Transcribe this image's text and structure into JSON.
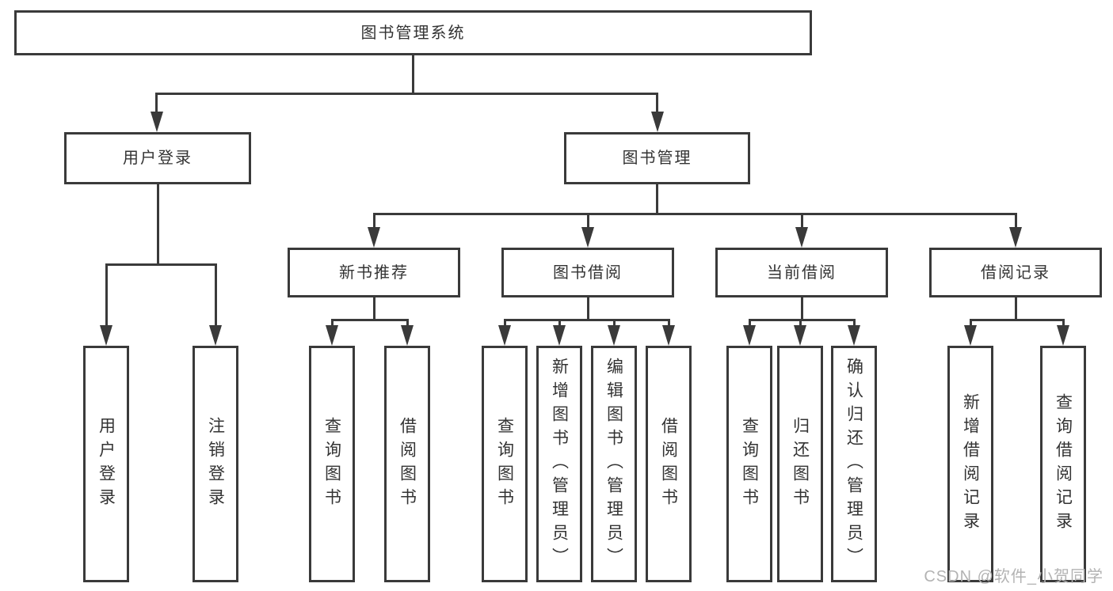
{
  "diagram": {
    "root_label": "图书管理系统",
    "level2": {
      "user_login": "用户登录",
      "book_mgmt": "图书管理"
    },
    "level3": {
      "new_books": "新书推荐",
      "borrow": "图书借阅",
      "current": "当前借阅",
      "records": "借阅记录"
    },
    "leaves": {
      "g1": [
        "用户登录",
        "注销登录"
      ],
      "g2": [
        "查询图书",
        "借阅图书"
      ],
      "g3": [
        "查询图书",
        "新增图书（管理员）",
        "编辑图书（管理员）",
        "借阅图书"
      ],
      "g4": [
        "查询图书",
        "归还图书",
        "确认归还（管理员）"
      ],
      "g5": [
        "新增借阅记录",
        "查询借阅记录"
      ]
    }
  },
  "watermark": {
    "text": "CSDN @软件_小贺同学"
  },
  "colors": {
    "line": "#3a3a3a",
    "text": "#333333",
    "background": "#ffffff",
    "watermark": "#b3b3b3"
  }
}
